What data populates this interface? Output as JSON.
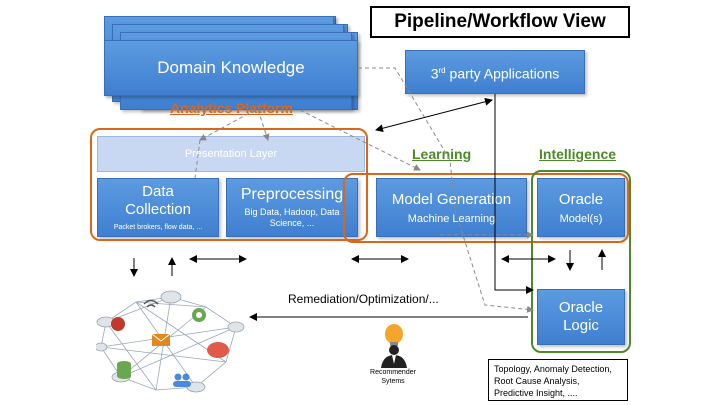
{
  "title": "Pipeline/Workflow View",
  "domain_knowledge": "Domain Knowledge",
  "third_party": {
    "sup": "rd",
    "prefix": "3",
    "suffix": " party Applications"
  },
  "analytics_platform": "Analytics Platform",
  "presentation_layer": "Presentation Layer",
  "learning": "Learning",
  "intelligence": "Intelligence",
  "data_collection": {
    "title_line1": "Data",
    "title_line2": "Collection",
    "sub": "Packet brokers, flow data, ..."
  },
  "preprocessing": {
    "title": "Preprocessing",
    "sub_line1": "Big Data, Hadoop, Data",
    "sub_line2": "Science, ..."
  },
  "model_generation": {
    "title": "Model Generation",
    "sub": "Machine Learning"
  },
  "oracle_model": {
    "title": "Oracle",
    "sub": "Model(s)"
  },
  "oracle_logic": {
    "line1": "Oracle",
    "line2": "Logic"
  },
  "remediation": "Remediation/Optimization/...",
  "recommender": {
    "line1": "Recommender",
    "line2": "Sytems"
  },
  "note": {
    "lines": [
      "Topology, Anomaly Detection,",
      "Root Cause Analysis,",
      "Predictive Insight, ...."
    ]
  },
  "colors": {
    "blue": "#4a8ad8",
    "orange": "#d9661b",
    "green": "#4f8a2a",
    "light_blue": "#c9d8f2"
  }
}
